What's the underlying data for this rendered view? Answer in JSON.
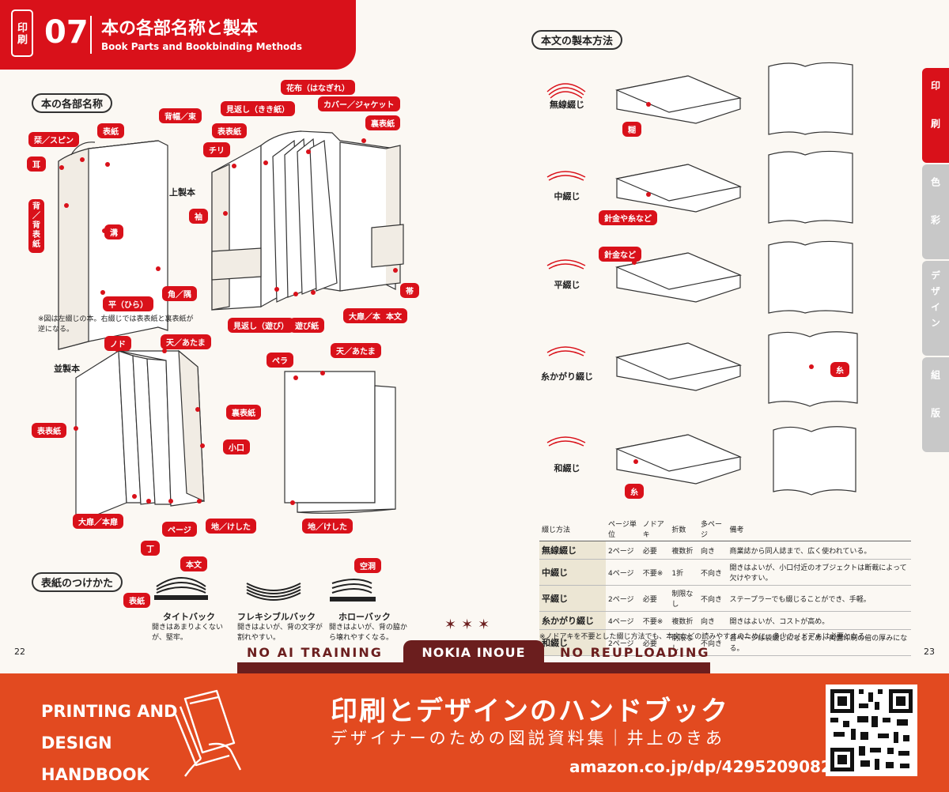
{
  "header": {
    "side_label": "印刷",
    "number": "07",
    "title": "本の各部名称と製本",
    "subtitle": "Book Parts and Bookbinding Methods"
  },
  "sections": {
    "parts": "本の各部名称",
    "binding": "本文の製本方法",
    "cover": "表紙のつけかた"
  },
  "hardcover_labels": {
    "jou": "上製本",
    "tsuri": "背幅／束",
    "hanagire": "花布（はなぎれ）",
    "mikaeshi": "見返し（きき紙）",
    "cover": "カバー／ジャケット",
    "hyoushi_l": "表紙",
    "ura": "裏表紙",
    "hyoushi_r": "表表紙",
    "chiri": "チリ",
    "sode": "袖",
    "mimi": "耳",
    "ryou": "栞／スピン",
    "se": "背／背表紙",
    "mizo": "溝",
    "hira": "平（ひら）",
    "kado": "角／隅",
    "obi": "帯",
    "honbun": "本文",
    "mikaeshi_asobi": "見返し（遊び）",
    "asobi": "遊び紙",
    "otobira": "大扉／本扉",
    "note": "※図は左綴じの本。右綴じでは表表紙と裏表紙が逆になる。"
  },
  "paperback_labels": {
    "nami": "並製本",
    "nodo": "ノド",
    "ten": "天／あたま",
    "ura": "裏表紙",
    "koguchi": "小口",
    "hyou": "表表紙",
    "otobira": "大扉／本扉",
    "page": "ページ",
    "chi": "地／けした",
    "chou": "丁",
    "pera": "ペラ",
    "ten2": "天／あたま",
    "chi2": "地／けした"
  },
  "cover_types": [
    {
      "name": "タイトバック",
      "desc": "開きはあまりよくないが、堅牢。",
      "tag": "本文",
      "tag2": "表紙"
    },
    {
      "name": "フレキシブルバック",
      "desc": "開きはよいが、背の文字が割れやすい。",
      "tag": ""
    },
    {
      "name": "ホローバック",
      "desc": "開きはよいが、背の脇から壊れやすくなる。",
      "tag": "空洞"
    }
  ],
  "methods": [
    {
      "name": "無線綴じ",
      "tag": "糊"
    },
    {
      "name": "中綴じ",
      "tag": "針金や糸など"
    },
    {
      "name": "平綴じ",
      "tag": "針金など"
    },
    {
      "name": "糸かがり綴じ",
      "tag": "糸"
    },
    {
      "name": "和綴じ",
      "tag": "糸"
    }
  ],
  "table": {
    "headers": [
      "綴じ方法",
      "ページ単位",
      "ノドアキ",
      "折数",
      "多ページ",
      "備考"
    ],
    "rows": [
      [
        "無線綴じ",
        "2ページ",
        "必要",
        "複数折",
        "向き",
        "商業誌から同人誌まで、広く使われている。"
      ],
      [
        "中綴じ",
        "4ページ",
        "不要※",
        "1折",
        "不向き",
        "開きはよいが、小口付近のオブジェクトは断裁によって欠けやすい。"
      ],
      [
        "平綴じ",
        "2ページ",
        "必要",
        "制限なし",
        "不向き",
        "ステープラーでも綴じることができ、手軽。"
      ],
      [
        "糸かがり綴じ",
        "4ページ",
        "不要※",
        "複数折",
        "向き",
        "開きはよいが、コストが高め。"
      ],
      [
        "和綴じ",
        "2ページ",
        "必要",
        "制限なし",
        "不向き",
        "各ページは袋綴じになるため、両面印刷の倍の厚みになる。"
      ]
    ],
    "note": "※ノドアキを不要とした綴じ方法でも、本文などの読みやすさのために、多少のノドアキは必要となる。"
  },
  "side_tabs": [
    {
      "label": "印刷",
      "active": true
    },
    {
      "label": "色彩",
      "active": false
    },
    {
      "label": "デザイン",
      "active": false
    },
    {
      "label": "組版",
      "active": false
    }
  ],
  "page_numbers": {
    "left": "22",
    "right": "23"
  },
  "banner": {
    "en_line1": "PRINTING AND",
    "en_line2": "DESIGN",
    "en_line3": "HANDBOOK",
    "title": "印刷とデザインのハンドブック",
    "subtitle": "デザイナーのための図説資料集｜井上のきあ",
    "url": "amazon.co.jp/dp/4295209082/",
    "left_strip": "NO AI TRAINING",
    "center_tab": "NOKIA INOUE",
    "right_strip": "NO REUPLOADING"
  },
  "colors": {
    "accent": "#d9111a",
    "banner": "#e24a20",
    "dark": "#6b1e1e",
    "tab_inactive": "#c8c8c8"
  }
}
